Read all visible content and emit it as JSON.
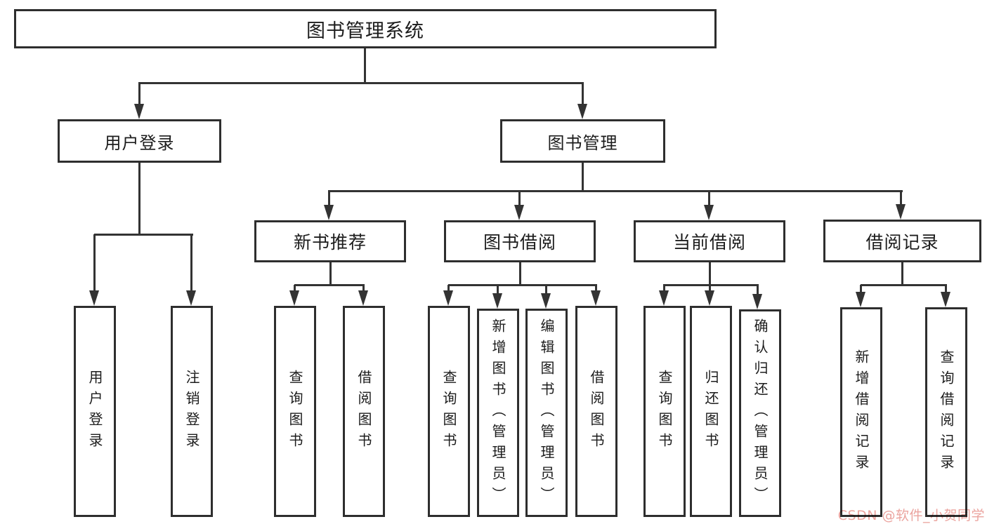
{
  "tree": {
    "root": {
      "label": "图书管理系统",
      "children": [
        {
          "label": "用户登录",
          "children": [
            {
              "label": "用户登录"
            },
            {
              "label": "注销登录"
            }
          ]
        },
        {
          "label": "图书管理",
          "children": [
            {
              "label": "新书推荐",
              "children": [
                {
                  "label": "查询图书"
                },
                {
                  "label": "借阅图书"
                }
              ]
            },
            {
              "label": "图书借阅",
              "children": [
                {
                  "label": "查询图书"
                },
                {
                  "label": "新增图书（管理员）"
                },
                {
                  "label": "编辑图书（管理员）"
                },
                {
                  "label": "借阅图书"
                }
              ]
            },
            {
              "label": "当前借阅",
              "children": [
                {
                  "label": "查询图书"
                },
                {
                  "label": "归还图书"
                },
                {
                  "label": "确认归还（管理员）"
                }
              ]
            },
            {
              "label": "借阅记录",
              "children": [
                {
                  "label": "新增借阅记录"
                },
                {
                  "label": "查询借阅记录"
                }
              ]
            }
          ]
        }
      ]
    }
  },
  "watermark": {
    "text": "CSDN @软件_小贺同学"
  },
  "colors": {
    "line": "#333333",
    "border": "#2e2e2e",
    "box_fill": "#ffffff",
    "text": "#1c1c1c",
    "background": "#ffffff",
    "watermark": "#eba49f"
  }
}
